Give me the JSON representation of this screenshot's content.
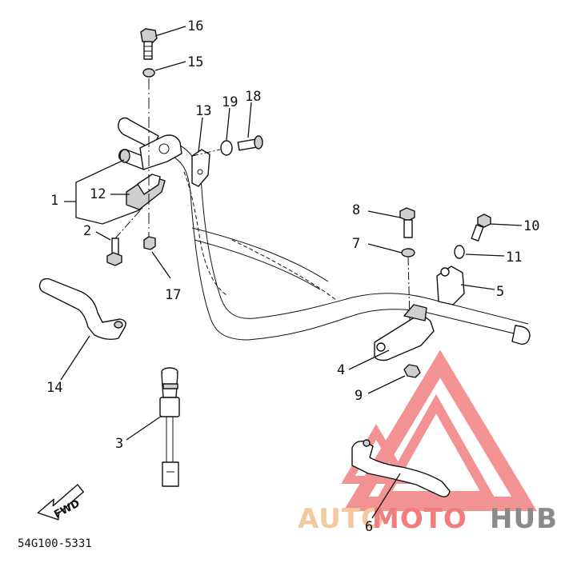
{
  "diagram": {
    "callouts": [
      {
        "id": "c1",
        "text": "1"
      },
      {
        "id": "c2",
        "text": "2"
      },
      {
        "id": "c3",
        "text": "3"
      },
      {
        "id": "c4",
        "text": "4"
      },
      {
        "id": "c5",
        "text": "5"
      },
      {
        "id": "c6",
        "text": "6"
      },
      {
        "id": "c7",
        "text": "7"
      },
      {
        "id": "c8",
        "text": "8"
      },
      {
        "id": "c9",
        "text": "9"
      },
      {
        "id": "c10",
        "text": "10"
      },
      {
        "id": "c11",
        "text": "11"
      },
      {
        "id": "c12",
        "text": "12"
      },
      {
        "id": "c13",
        "text": "13"
      },
      {
        "id": "c14",
        "text": "14"
      },
      {
        "id": "c15",
        "text": "15"
      },
      {
        "id": "c16",
        "text": "16"
      },
      {
        "id": "c17",
        "text": "17"
      },
      {
        "id": "c18",
        "text": "18"
      },
      {
        "id": "c19",
        "text": "19"
      }
    ],
    "direction_label": "FWD",
    "drawing_code": "54G100-5331"
  },
  "watermark": {
    "brand_part1": "AUTO",
    "brand_part2": "MOTO",
    "brand_part3": "HUB",
    "colors": {
      "triangle": "#f08080",
      "part1": "#f2c9a0",
      "part2": "#f07c7c",
      "part3": "#8a8a8a"
    }
  }
}
